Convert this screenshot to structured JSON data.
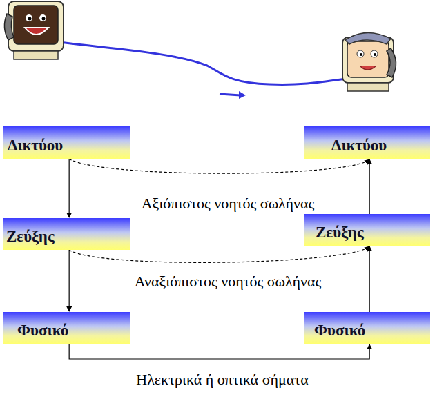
{
  "diagram": {
    "nodes": [
      {
        "text": [
          "Δικτύου"
        ]
      },
      {
        "text": [
          "Δικτύου"
        ]
      },
      {
        "text": [
          "Ζεύξης"
        ]
      },
      {
        "text": [
          "Ζεύξης"
        ]
      },
      {
        "text": [
          "Φυσικό"
        ]
      },
      {
        "text": [
          "Φυσικό"
        ]
      }
    ],
    "edges": [
      {
        "from": 0,
        "to": 2,
        "arrow": "to"
      },
      {
        "from": 2,
        "to": 4,
        "arrow": "to"
      },
      {
        "from": 4,
        "to": 5,
        "arrow": "to",
        "label": "Ηλεκτρικά ή οπτικά σήματα"
      },
      {
        "from": 5,
        "to": 3,
        "arrow": "to"
      },
      {
        "from": 3,
        "to": 1,
        "arrow": "to"
      },
      {
        "from": 0,
        "to": 1,
        "arrow": "to",
        "label": "Αξιόπιστος νοητός σωλήνας"
      },
      {
        "from": 2,
        "to": 3,
        "arrow": "to",
        "label": "Αναξιόπιστος νοητός σωλήνας"
      }
    ]
  }
}
